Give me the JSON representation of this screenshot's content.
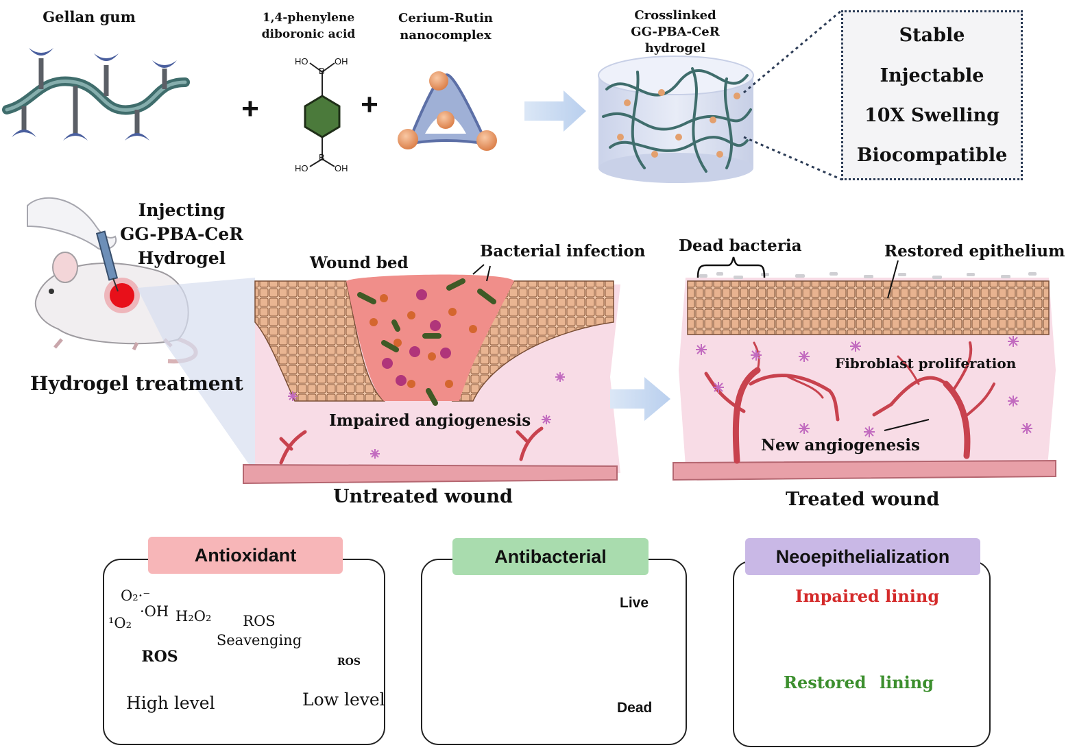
{
  "top": {
    "gellan_gum": "Gellan gum",
    "pda_line1": "1,4-phenylene",
    "pda_line2": "diboronic acid",
    "ho_top": "HO",
    "oh_top": "OH",
    "ho_bot": "HO",
    "oh_bot": "OH",
    "boron": "B",
    "cer_line1": "Cerium-Rutin",
    "cer_line2": "nanocomplex",
    "hyd_line1": "Crosslinked",
    "hyd_line2": "GG-PBA-CeR",
    "hyd_line3": "hydrogel",
    "plus": "+"
  },
  "properties": [
    "Stable",
    "Injectable",
    "10X Swelling",
    "Biocompatible"
  ],
  "middle": {
    "inj_line1": "Injecting",
    "inj_line2": "GG-PBA-CeR",
    "inj_line3": "Hydrogel",
    "treatment": "Hydrogel treatment",
    "wound_bed": "Wound bed",
    "bacterial_infection": "Bacterial infection",
    "impaired_angiogenesis": "Impaired angiogenesis",
    "untreated": "Untreated wound",
    "dead_bacteria": "Dead bacteria",
    "restored_epithelium": "Restored epithelium",
    "fibroblast": "Fibroblast proliferation",
    "new_angiogenesis": "New angiogenesis",
    "treated": "Treated wound"
  },
  "panels": {
    "antioxidant": {
      "title": "Antioxidant",
      "o2": "O₂·⁻",
      "oh": "·OH",
      "h2o2": "H₂O₂",
      "singlet": "¹O₂",
      "ros": "ROS",
      "ros_small": "ROS",
      "arrow_line1": "ROS",
      "arrow_line2": "Seavenging",
      "high": "High level",
      "low": "Low level"
    },
    "antibacterial": {
      "title": "Antibacterial",
      "live": "Live",
      "dead": "Dead"
    },
    "neo": {
      "title": "Neoepithelialization",
      "impaired": "Impaired lining",
      "restored_a": "Restored",
      "restored_b": "lining"
    }
  },
  "colors": {
    "antioxidant_tab": "#f7b6b8",
    "antibacterial_tab": "#a9dcae",
    "neo_tab": "#c9b8e6",
    "impaired_text": "#d42a2a",
    "restored_text": "#3c8f2e",
    "tissue_pink": "#f8dce6",
    "vessel_red": "#c8424e"
  }
}
